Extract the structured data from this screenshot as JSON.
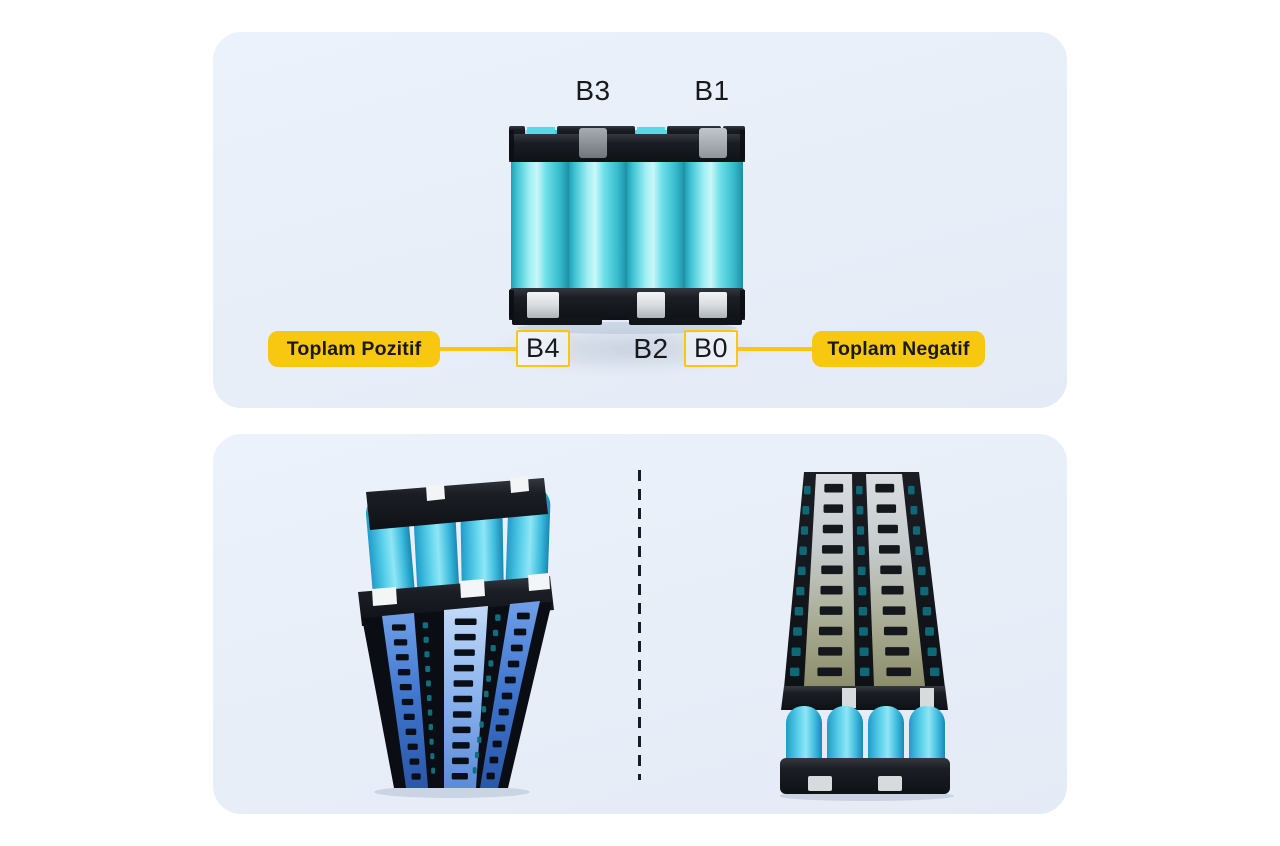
{
  "top_panel": {
    "top_labels": {
      "b3": "B3",
      "b1": "B1"
    },
    "bottom_labels": {
      "b4": "B4",
      "b2": "B2",
      "b0": "B0"
    },
    "left_badge": "Toplam Pozitif",
    "right_badge": "Toplam Negatif"
  },
  "colors": {
    "panel_background": "#E9EFF8",
    "accent_yellow": "#F8C70F",
    "label_text": "#17191D",
    "badge_text": "#191919",
    "divider_dash": "#181B1F",
    "cell_cyan": "#4FD9E4",
    "cell_sky_blue": "#35B7E2",
    "holder_black": "#16181D",
    "nickel_tab_silver": "#DDE0E3",
    "nickel_tab_gray": "#8C9298",
    "nickel_strip_blue": "#4E83DA",
    "nickel_strip_light_blue": "#A8CBF3",
    "nickel_strip_olive": "#A9AC93",
    "cell_top_teal": "#0E6876"
  }
}
